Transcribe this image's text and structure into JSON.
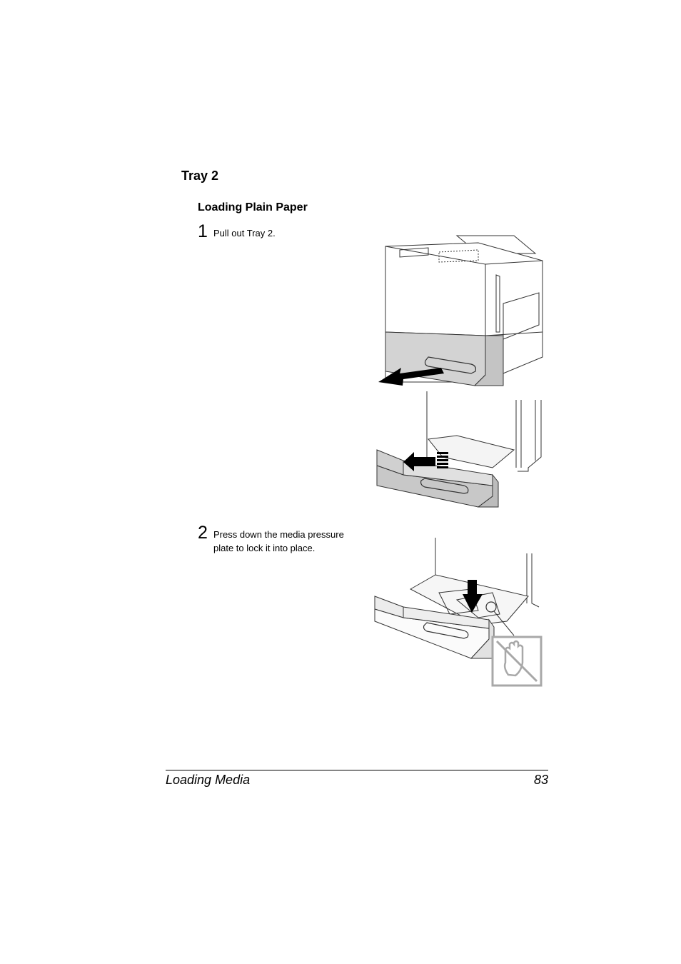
{
  "section": {
    "title": "Tray 2"
  },
  "subsection": {
    "title": "Loading Plain Paper"
  },
  "steps": [
    {
      "number": "1",
      "text": "Pull out Tray 2."
    },
    {
      "number": "2",
      "text_line1": "Press down the media pressure",
      "text_line2": "plate to lock it into place."
    }
  ],
  "footer": {
    "title": "Loading Media",
    "page": "83"
  }
}
